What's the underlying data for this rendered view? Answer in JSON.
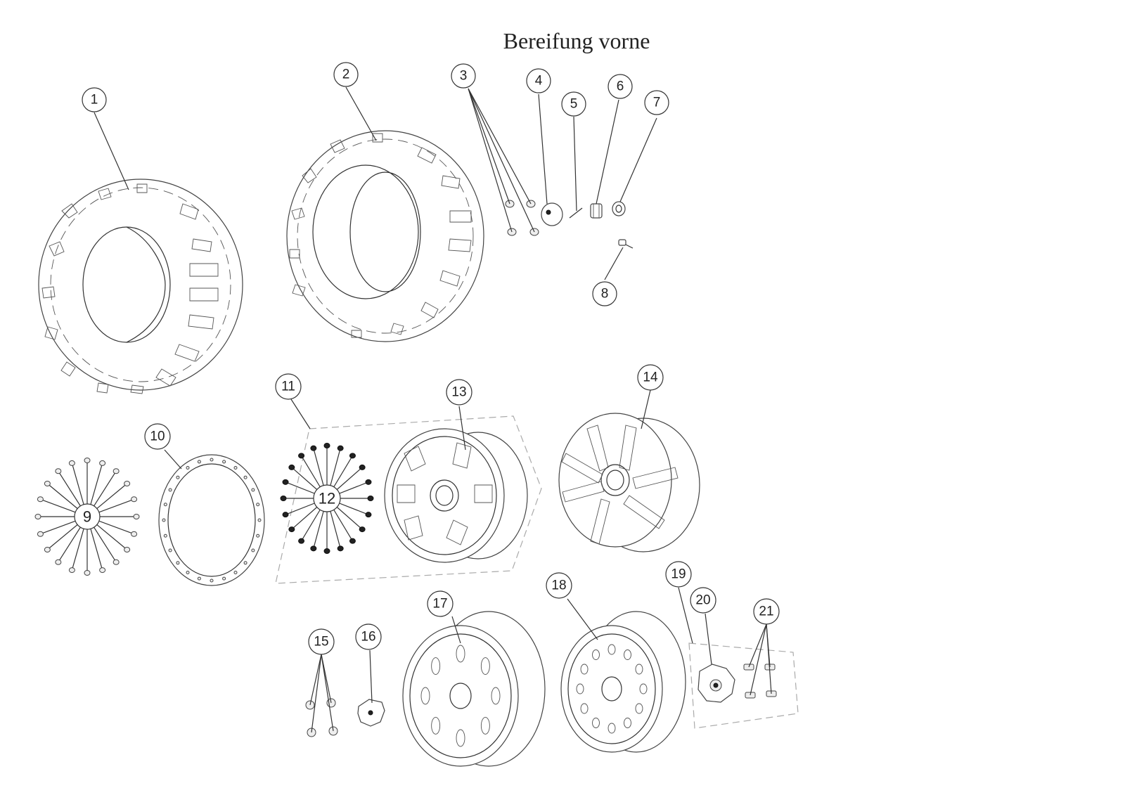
{
  "title": "Bereifung vorne",
  "callouts": [
    "1",
    "2",
    "3",
    "4",
    "5",
    "6",
    "7",
    "8",
    "9",
    "10",
    "11",
    "12",
    "13",
    "14",
    "15",
    "16",
    "17",
    "18",
    "19",
    "20",
    "21"
  ]
}
